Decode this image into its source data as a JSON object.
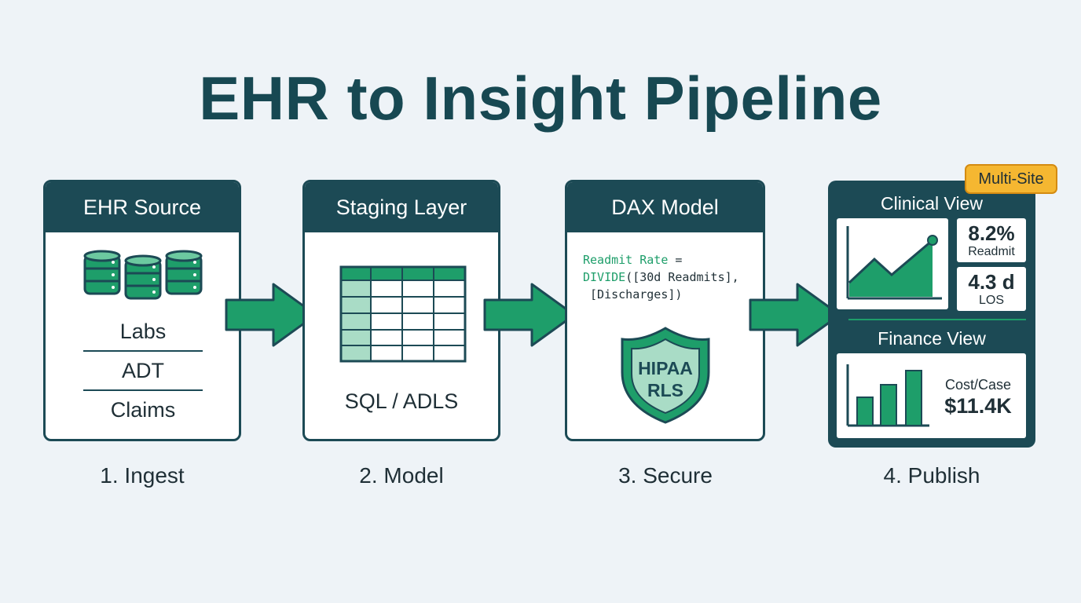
{
  "title": "EHR to Insight Pipeline",
  "colors": {
    "header": "#1c4a55",
    "accent_green": "#1e9e6a",
    "light_green": "#a9dcc6",
    "badge": "#f5b731",
    "background": "#eef3f7"
  },
  "stages": [
    {
      "header": "EHR Source",
      "step": "1. Ingest",
      "icon": "database-icon",
      "items": [
        "Labs",
        "ADT",
        "Claims"
      ]
    },
    {
      "header": "Staging Layer",
      "step": "2. Model",
      "icon": "table-grid-icon",
      "caption": "SQL / ADLS"
    },
    {
      "header": "DAX Model",
      "step": "3. Secure",
      "code_line1_a": "Readmit Rate",
      "code_line1_b": " =",
      "code_line2_a": "DIVIDE",
      "code_line2_b": "([30d Readmits],",
      "code_line3": " [Discharges])",
      "shield_line1": "HIPAA",
      "shield_line2": "RLS",
      "icon": "shield-icon"
    },
    {
      "step": "4. Publish",
      "badge": "Multi-Site",
      "clinical_view": "Clinical View",
      "finance_view": "Finance View",
      "kpis": [
        {
          "value": "8.2%",
          "label": "Readmit"
        },
        {
          "value": "4.3 d",
          "label": "LOS"
        }
      ],
      "finance_kpi": {
        "label": "Cost/Case",
        "value": "$11.4K"
      }
    }
  ]
}
